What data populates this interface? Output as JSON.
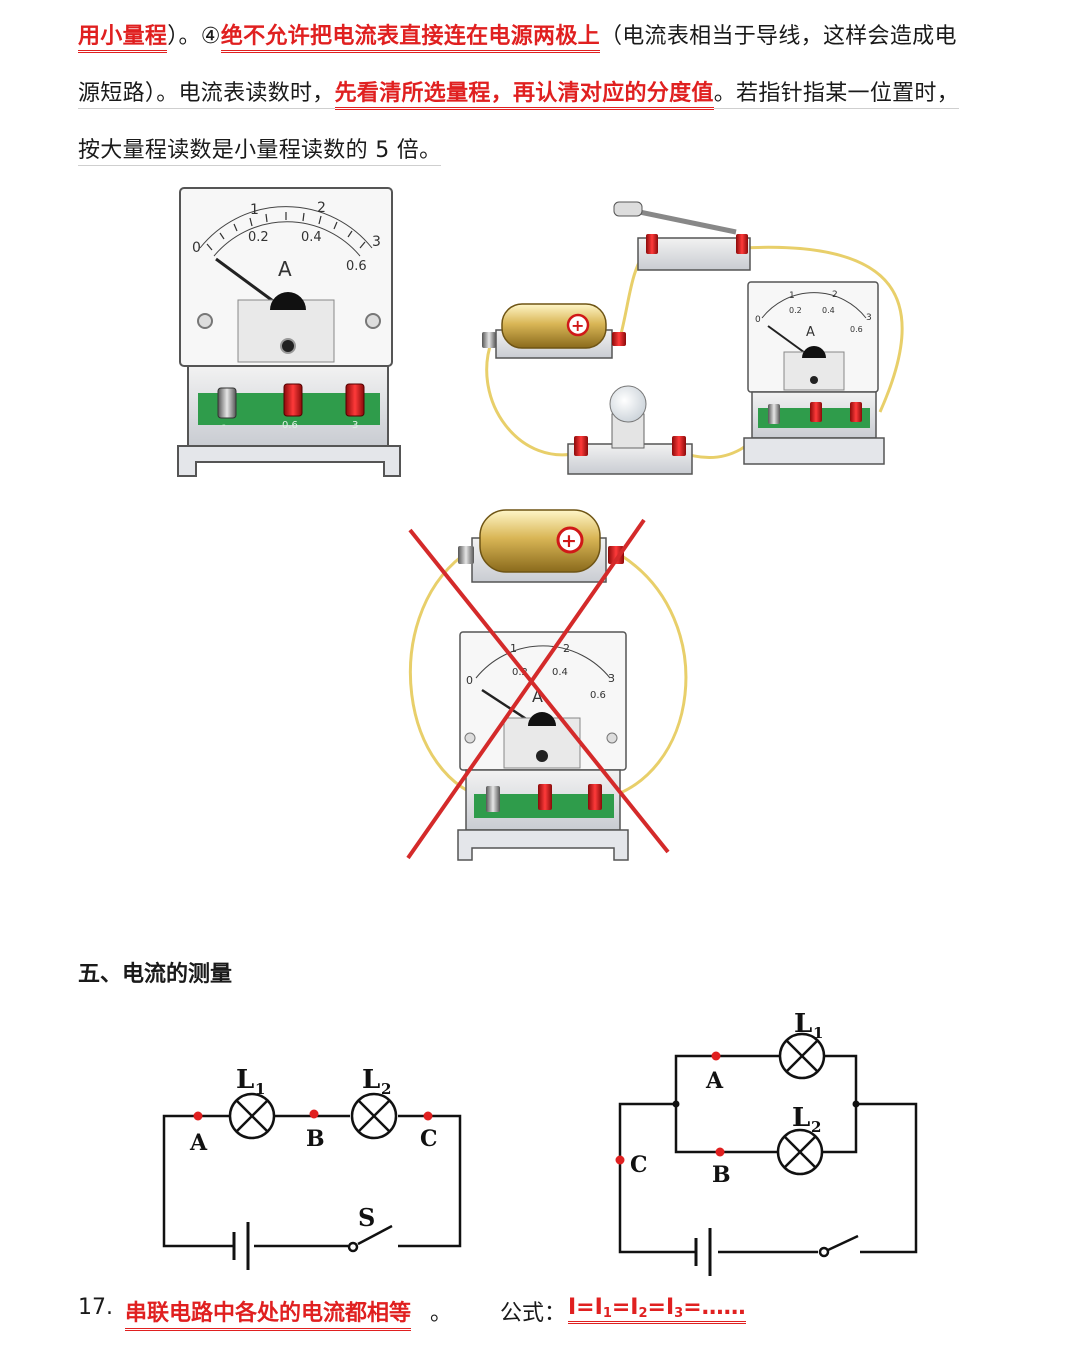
{
  "text": {
    "line1": {
      "part1": "用小量程",
      "part2": "）。④",
      "part3": "绝不允许把电流表直接连在电源两极上",
      "part4": "（电流表相当于导线，这样会造成电"
    },
    "line2": {
      "part1": "源短路）。电流表读数时，",
      "part2": "先看清所选量程，再认清对应的分度值",
      "part3": "。若指针指某一位置时，"
    },
    "line3": "按大量程读数是小量程读数的 5 倍。",
    "heading": "五、电流的测量",
    "conclusion": {
      "number": "17.",
      "text": "串联电路中各处的电流都相等",
      "period": "。",
      "formula_label": "公式：",
      "formula": "I=I1=I2=I3=……"
    }
  },
  "meter": {
    "scale_top": [
      "1",
      "2",
      "3"
    ],
    "scale_bottom": [
      "0.2",
      "0.4",
      "0.6"
    ],
    "zero": "0",
    "unit": "A",
    "terminals": [
      "-",
      "0.6",
      "3"
    ],
    "plus_sign": "+"
  },
  "series_circuit": {
    "lamp1_label": "L",
    "lamp1_sub": "1",
    "lamp2_label": "L",
    "lamp2_sub": "2",
    "point_a": "A",
    "point_b": "B",
    "point_c": "C",
    "switch_label": "S"
  },
  "parallel_circuit": {
    "lamp1_label": "L",
    "lamp1_sub": "1",
    "lamp2_label": "L",
    "lamp2_sub": "2",
    "point_a": "A",
    "point_b": "B",
    "point_c": "C"
  },
  "colors": {
    "accent_red": "#e02020",
    "wire_yellow": "#e8cf6a",
    "board_green": "#2f9c4b",
    "terminal_red": "#d01818",
    "cross_red": "#d42a2a"
  }
}
